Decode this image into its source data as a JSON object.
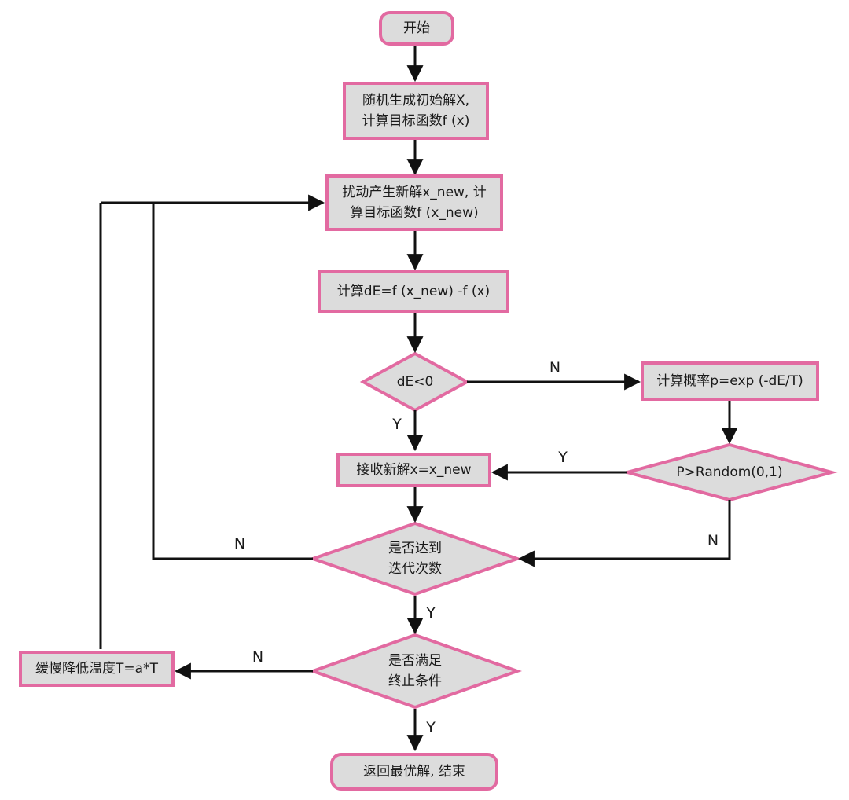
{
  "nodes": {
    "start": "开始",
    "init": "随机生成初始解X,\n计算目标函数f (x)",
    "perturb": "扰动产生新解x_new, 计\n算目标函数f (x_new)",
    "calc_de": "计算dE=f (x_new) -f (x)",
    "de_check": "dE<0",
    "calc_prob": "计算概率p=exp (-dE/T)",
    "prob_check": "P>Random(0,1)",
    "accept": "接收新解x=x_new",
    "iter_check": "是否达到\n迭代次数",
    "term_check": "是否满足\n终止条件",
    "cool": "缓慢降低温度T=a*T",
    "end": "返回最优解, 结束"
  },
  "edge_labels": {
    "de_no": "N",
    "de_yes": "Y",
    "prob_yes": "Y",
    "prob_no": "N",
    "iter_no": "N",
    "iter_yes": "Y",
    "term_no": "N",
    "term_yes": "Y"
  },
  "colors": {
    "box_fill": "#dcdcdc",
    "box_border": "#e26aa1",
    "line": "#111111"
  }
}
